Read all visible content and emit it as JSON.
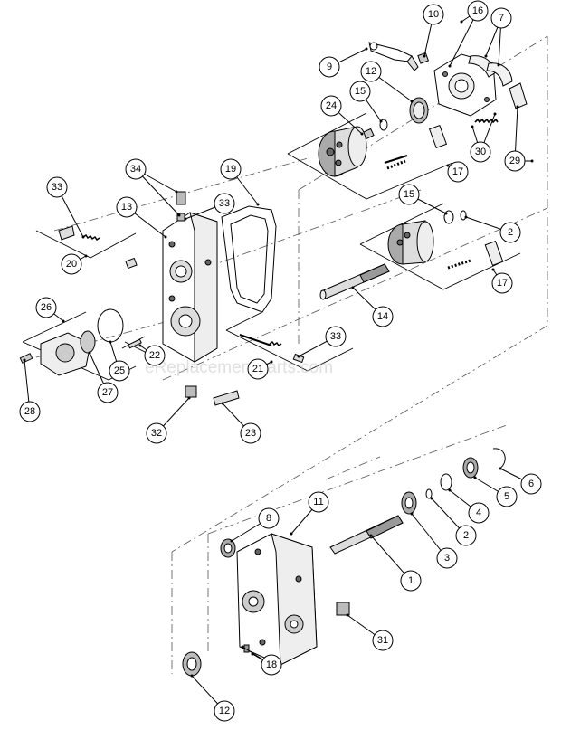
{
  "watermark": "eReplacementParts.com",
  "callouts": [
    {
      "id": "c-10",
      "label": "10"
    },
    {
      "id": "c-16",
      "label": "16"
    },
    {
      "id": "c-7",
      "label": "7"
    },
    {
      "id": "c-9",
      "label": "9"
    },
    {
      "id": "c-12a",
      "label": "12"
    },
    {
      "id": "c-15a",
      "label": "15"
    },
    {
      "id": "c-24",
      "label": "24"
    },
    {
      "id": "c-30",
      "label": "30"
    },
    {
      "id": "c-29",
      "label": "29"
    },
    {
      "id": "c-17a",
      "label": "17"
    },
    {
      "id": "c-19",
      "label": "19"
    },
    {
      "id": "c-34",
      "label": "34"
    },
    {
      "id": "c-33a",
      "label": "33"
    },
    {
      "id": "c-33b",
      "label": "33"
    },
    {
      "id": "c-13",
      "label": "13"
    },
    {
      "id": "c-15b",
      "label": "15"
    },
    {
      "id": "c-2a",
      "label": "2"
    },
    {
      "id": "c-20",
      "label": "20"
    },
    {
      "id": "c-17b",
      "label": "17"
    },
    {
      "id": "c-26",
      "label": "26"
    },
    {
      "id": "c-14",
      "label": "14"
    },
    {
      "id": "c-22",
      "label": "22"
    },
    {
      "id": "c-33c",
      "label": "33"
    },
    {
      "id": "c-25",
      "label": "25"
    },
    {
      "id": "c-21",
      "label": "21"
    },
    {
      "id": "c-28",
      "label": "28"
    },
    {
      "id": "c-27",
      "label": "27"
    },
    {
      "id": "c-32",
      "label": "32"
    },
    {
      "id": "c-23",
      "label": "23"
    },
    {
      "id": "c-6",
      "label": "6"
    },
    {
      "id": "c-11",
      "label": "11"
    },
    {
      "id": "c-5",
      "label": "5"
    },
    {
      "id": "c-8",
      "label": "8"
    },
    {
      "id": "c-4",
      "label": "4"
    },
    {
      "id": "c-2b",
      "label": "2"
    },
    {
      "id": "c-3",
      "label": "3"
    },
    {
      "id": "c-1",
      "label": "1"
    },
    {
      "id": "c-31",
      "label": "31"
    },
    {
      "id": "c-18",
      "label": "18"
    },
    {
      "id": "c-12b",
      "label": "12"
    }
  ]
}
